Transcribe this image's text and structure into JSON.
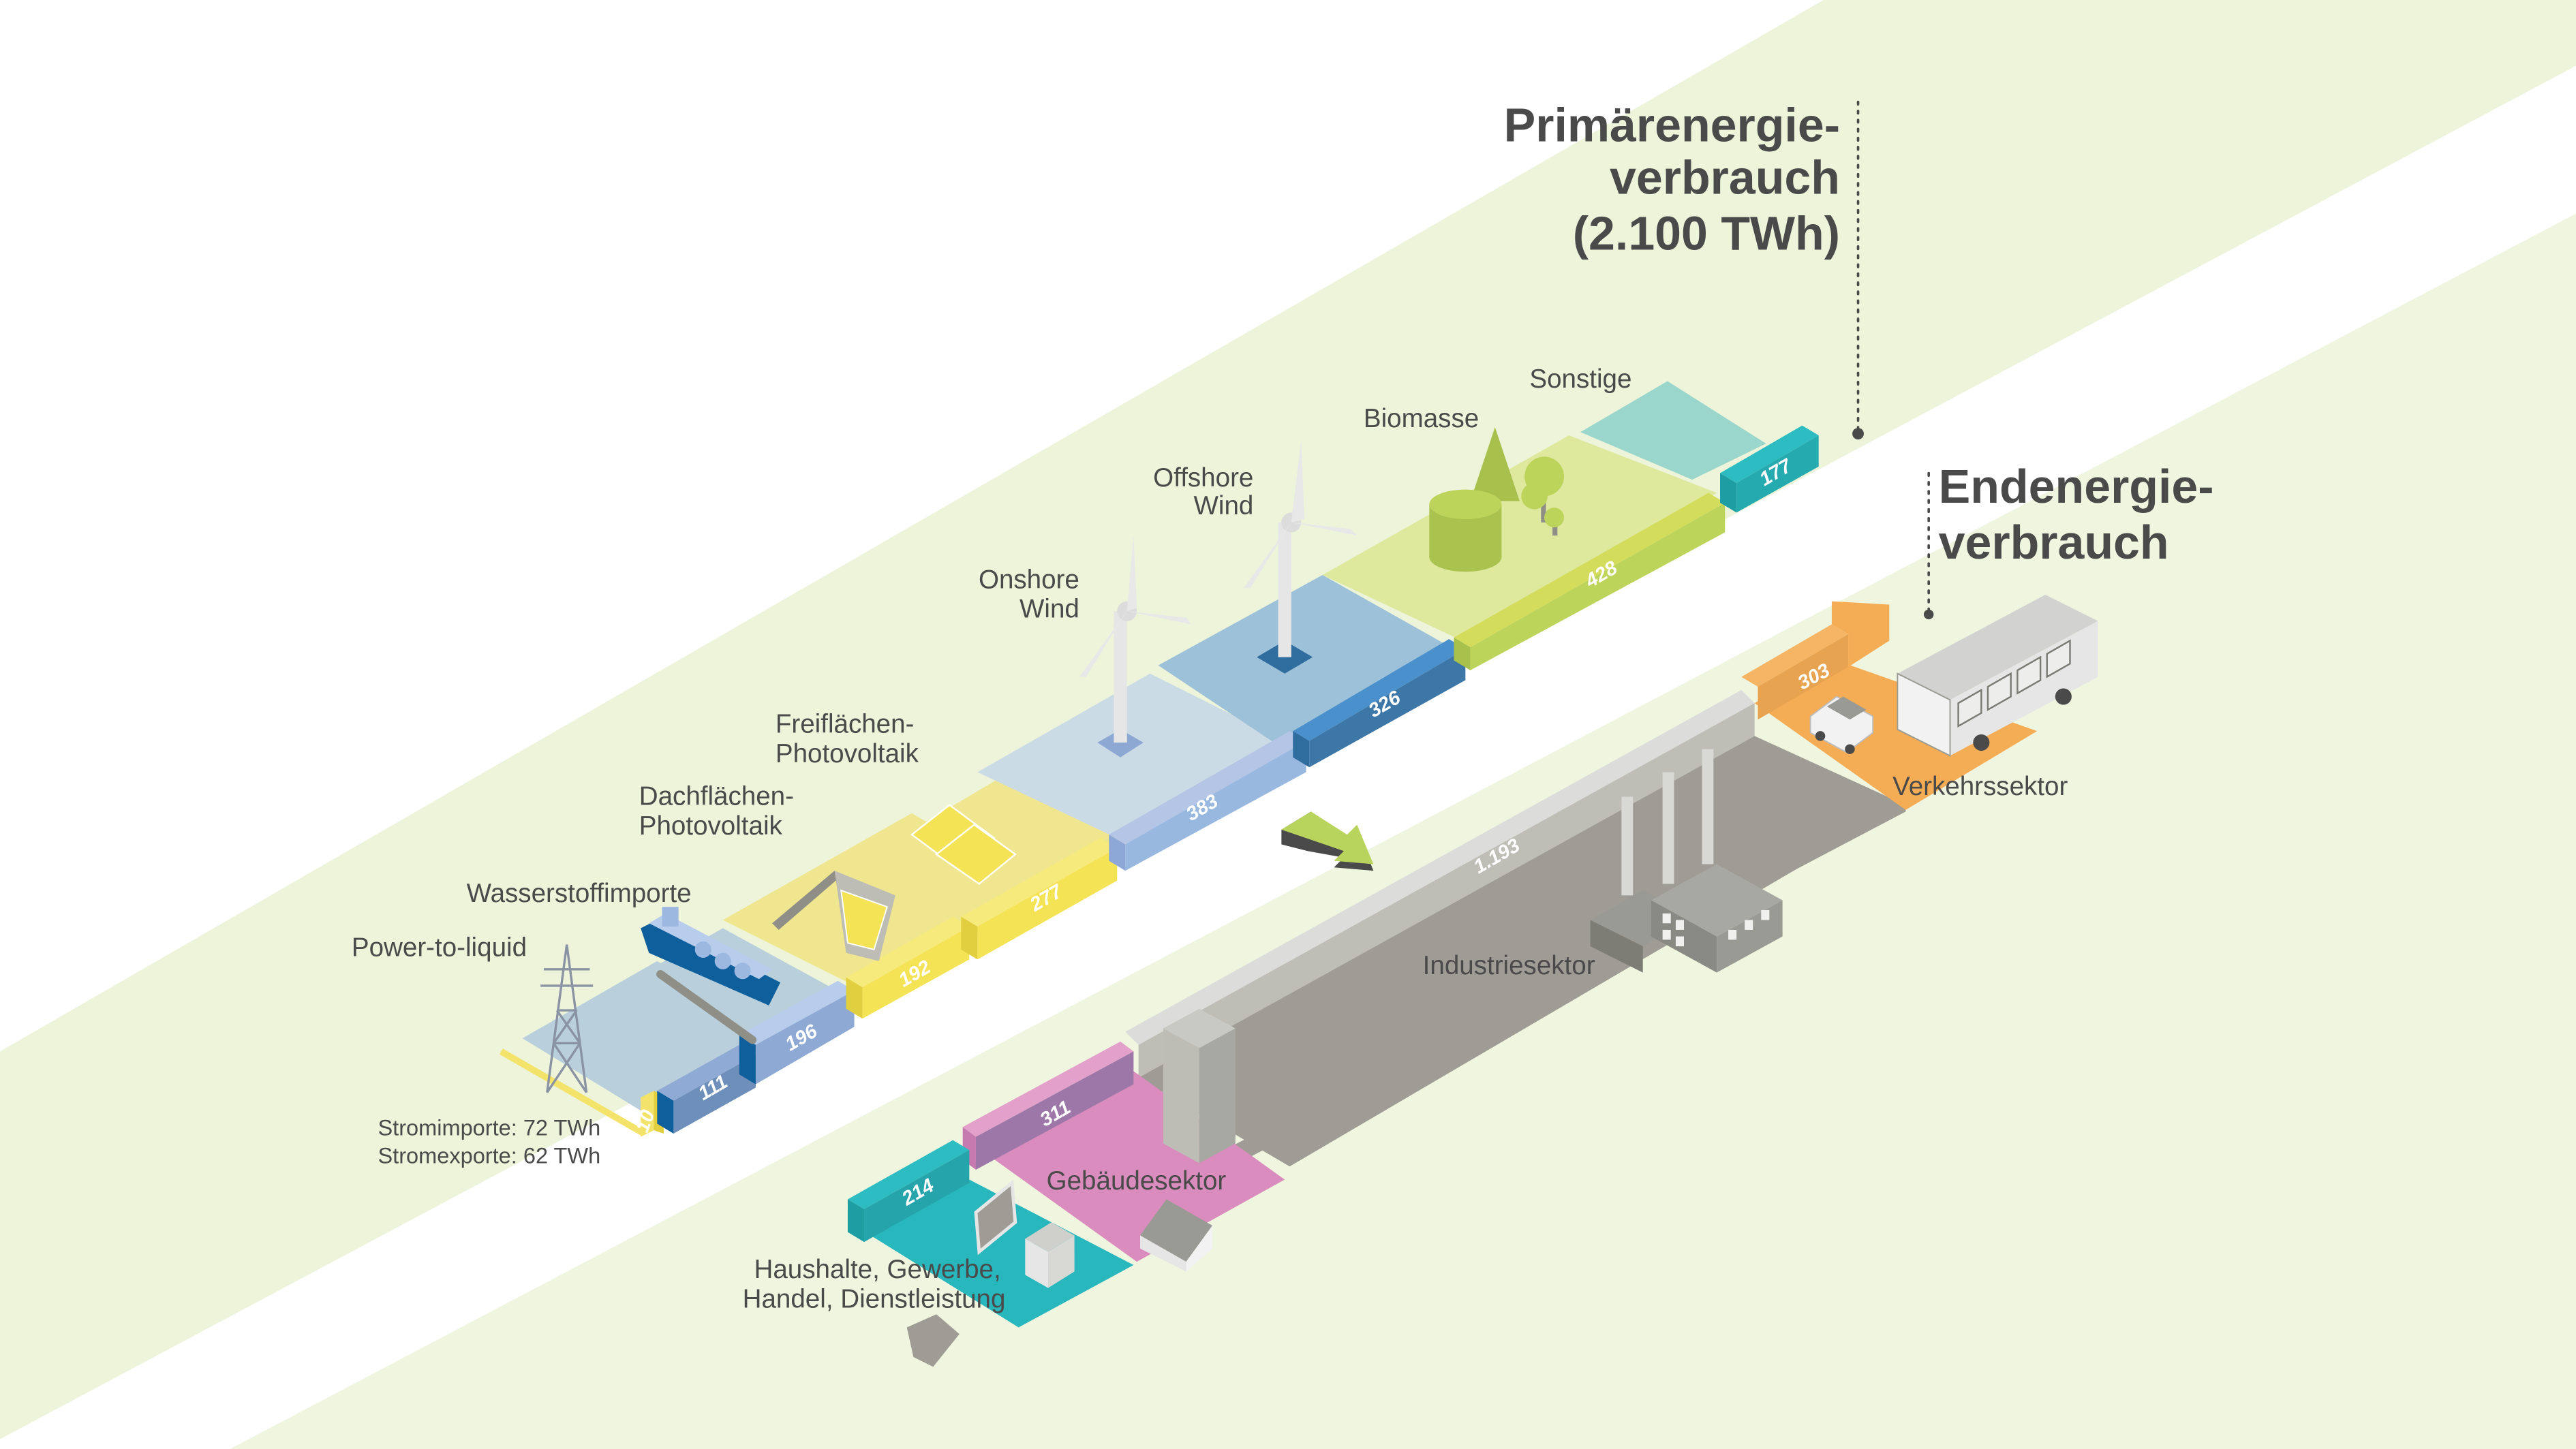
{
  "titles": {
    "primary_line1": "Primärenergie-",
    "primary_line2": "verbrauch",
    "primary_line3": "(2.100 TWh)",
    "final_line1": "Endenergie-",
    "final_line2": "verbrauch"
  },
  "primary_sources": {
    "ptl_label": "Power-to-liquid",
    "h2_label": "Wasserstoffimporte",
    "dach_label_1": "Dachflächen-",
    "dach_label_2": "Photovoltaik",
    "frei_label_1": "Freiflächen-",
    "frei_label_2": "Photovoltaik",
    "onshore_label_1": "Onshore",
    "onshore_label_2": "Wind",
    "offshore_label_1": "Offshore",
    "offshore_label_2": "Wind",
    "biomasse_label": "Biomasse",
    "sonstige_label": "Sonstige",
    "strom_import": "Stromimporte: 72 TWh",
    "strom_export": "Stromexporte: 62 TWh"
  },
  "final_sectors": {
    "verkehr_label": "Verkehrssektor",
    "industrie_label": "Industriesektor",
    "gebaeude_label": "Gebäudesektor",
    "ghd_label_1": "Haushalte, Gewerbe,",
    "ghd_label_2": "Handel, Dienstleistung"
  },
  "colors": {
    "band": "#eef4dc",
    "ptl": "#f4e36a",
    "h2": "#8faad4",
    "dach": "#f5e356",
    "frei": "#f5e356",
    "onshore": "#a9c0e6",
    "offshore": "#3d7db8",
    "biomasse": "#bcd45a",
    "sonstige": "#25b5bb",
    "verkehr": "#f5ad55",
    "industrie": "#c9c9c4",
    "gebaeude": "#d98cbd",
    "ghd": "#27b7bd",
    "arrow": "#b8d45c"
  },
  "chart_data": {
    "type": "table",
    "title": "Primärenergieverbrauch (2.100 TWh) → Endenergieverbrauch",
    "unit": "TWh",
    "primary": [
      {
        "name": "Power-to-liquid",
        "value": 10
      },
      {
        "name": "Wasserstoffimporte",
        "value": 111
      },
      {
        "name": "Wasserstoffimporte (Block 2)",
        "value": 196
      },
      {
        "name": "Dachflächen-Photovoltaik",
        "value": 192
      },
      {
        "name": "Freiflächen-Photovoltaik",
        "value": 277
      },
      {
        "name": "Onshore Wind",
        "value": 383
      },
      {
        "name": "Offshore Wind",
        "value": 326
      },
      {
        "name": "Biomasse",
        "value": 428
      },
      {
        "name": "Sonstige",
        "value": 177
      }
    ],
    "primary_total": 2100,
    "electricity_imports": 72,
    "electricity_exports": 62,
    "final": [
      {
        "name": "Haushalte, Gewerbe, Handel, Dienstleistung",
        "value": 214
      },
      {
        "name": "Gebäudesektor",
        "value": 311
      },
      {
        "name": "Industriesektor",
        "value": 1193
      },
      {
        "name": "Verkehrssektor",
        "value": 303
      }
    ],
    "value_labels": {
      "ptl": "10",
      "h2a": "111",
      "h2b": "196",
      "dach": "192",
      "frei": "277",
      "onshore": "383",
      "offshore": "326",
      "biomasse": "428",
      "sonstige": "177",
      "ghd": "214",
      "gebaeude": "311",
      "industrie": "1.193",
      "verkehr": "303"
    }
  }
}
